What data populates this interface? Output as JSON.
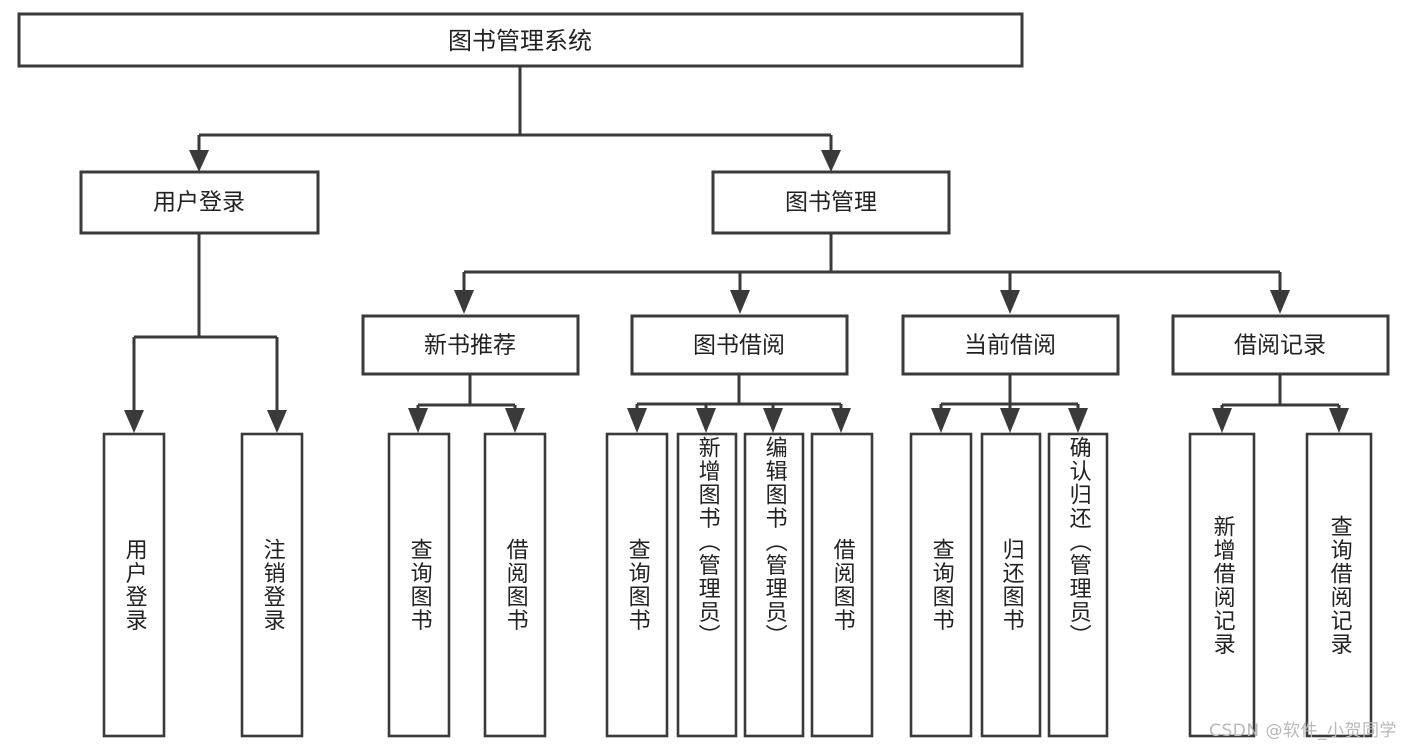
{
  "diagram": {
    "type": "tree-hierarchy-chart",
    "title": "图书管理系统",
    "watermark": "CSDN @软件_小贺同学",
    "colors": {
      "stroke": "#3a3a3a",
      "fill": "#ffffff",
      "text": "#222222",
      "watermark": "#b9b9b9"
    },
    "nodes": {
      "root": {
        "label": "图书管理系统"
      },
      "level1": [
        {
          "id": "user-login",
          "label": "用户登录"
        },
        {
          "id": "book-management",
          "label": "图书管理"
        }
      ],
      "level2": [
        {
          "id": "new-book-recommend",
          "label": "新书推荐",
          "parent": "book-management"
        },
        {
          "id": "book-borrow",
          "label": "图书借阅",
          "parent": "book-management"
        },
        {
          "id": "current-borrow",
          "label": "当前借阅",
          "parent": "book-management"
        },
        {
          "id": "borrow-record",
          "label": "借阅记录",
          "parent": "book-management"
        }
      ],
      "leaves": {
        "user-login": [
          {
            "id": "leaf-user-login",
            "label": "用户登录"
          },
          {
            "id": "leaf-user-logout",
            "label": "注销登录"
          }
        ],
        "new-book-recommend": [
          {
            "id": "leaf-query-book-1",
            "label": "查询图书"
          },
          {
            "id": "leaf-borrow-book-1",
            "label": "借阅图书"
          }
        ],
        "book-borrow": [
          {
            "id": "leaf-query-book-2",
            "label": "查询图书"
          },
          {
            "id": "leaf-add-book",
            "label": "新增图书（管理员）"
          },
          {
            "id": "leaf-edit-book",
            "label": "编辑图书（管理员）"
          },
          {
            "id": "leaf-borrow-book-2",
            "label": "借阅图书"
          }
        ],
        "current-borrow": [
          {
            "id": "leaf-query-book-3",
            "label": "查询图书"
          },
          {
            "id": "leaf-return-book",
            "label": "归还图书"
          },
          {
            "id": "leaf-confirm-return",
            "label": "确认归还（管理员）"
          }
        ],
        "borrow-record": [
          {
            "id": "leaf-add-record",
            "label": "新增借阅记录"
          },
          {
            "id": "leaf-query-record",
            "label": "查询借阅记录"
          }
        ]
      }
    }
  }
}
